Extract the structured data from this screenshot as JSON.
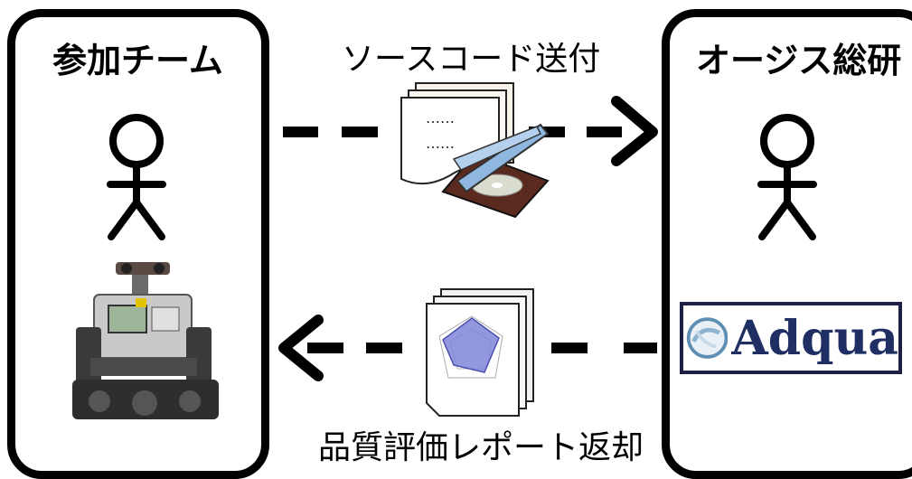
{
  "left": {
    "title": "参加チーム"
  },
  "right": {
    "title": "オージス総研",
    "logo_text": "Adqua"
  },
  "top_flow": {
    "label": "ソースコード送付",
    "doc_lines": [
      "……",
      "……"
    ]
  },
  "bottom_flow": {
    "label": "品質評価レポート返却"
  },
  "colors": {
    "stroke": "#000000",
    "radar_fill": "#7f85d8",
    "cd_case": "#8fb7e0",
    "logo": "#1f2e63"
  },
  "icons": [
    "person-icon",
    "robot-image",
    "document-icon",
    "cd-icon",
    "report-icon",
    "radar-chart-icon",
    "adqua-logo"
  ]
}
